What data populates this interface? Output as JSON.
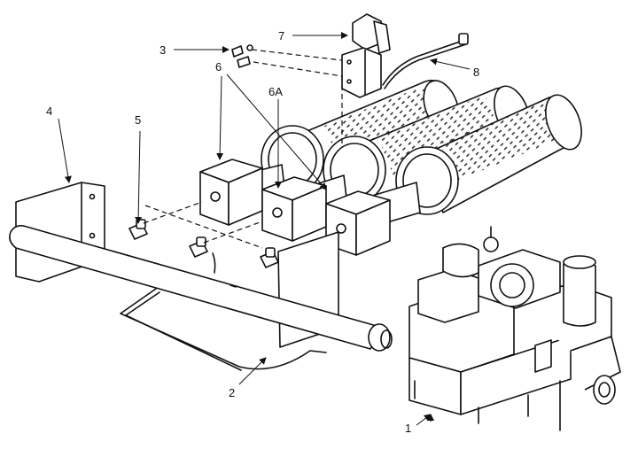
{
  "callouts": {
    "c1": "1",
    "c2": "2",
    "c3": "3",
    "c4": "4",
    "c5": "5",
    "c6": "6",
    "c6a": "6A",
    "c7": "7",
    "c8": "8"
  }
}
